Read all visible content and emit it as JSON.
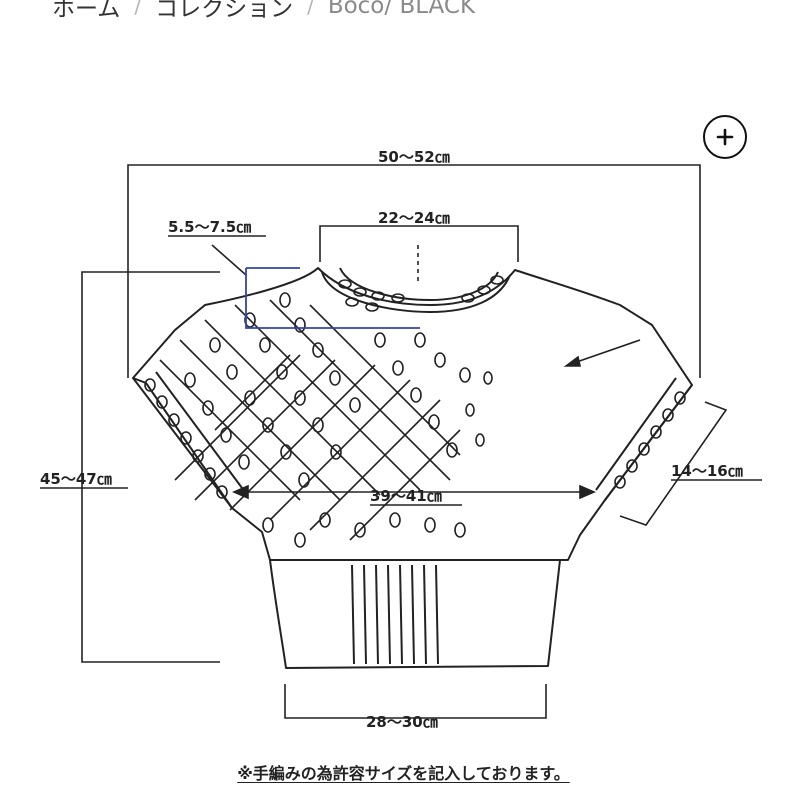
{
  "breadcrumb": {
    "items": [
      {
        "label": "ホーム"
      },
      {
        "label": "コレクション"
      },
      {
        "label": "Boco/ BLACK"
      }
    ],
    "separator": "/"
  },
  "zoom_button": {
    "icon": "plus-icon",
    "glyph": "+"
  },
  "diagram": {
    "measurements": {
      "total_width": "50～52㎝",
      "neck_width": "22～24㎝",
      "neck_depth": "5.5～7.5㎝",
      "length": "45～47㎝",
      "bust_width": "39～41㎝",
      "sleeve_width": "14～16㎝",
      "hem_width": "28～30㎝"
    },
    "note": "※手編みの為許容サイズを記入しております。",
    "colors": {
      "line": "#222222",
      "accent_blue": "#3344aa"
    }
  }
}
